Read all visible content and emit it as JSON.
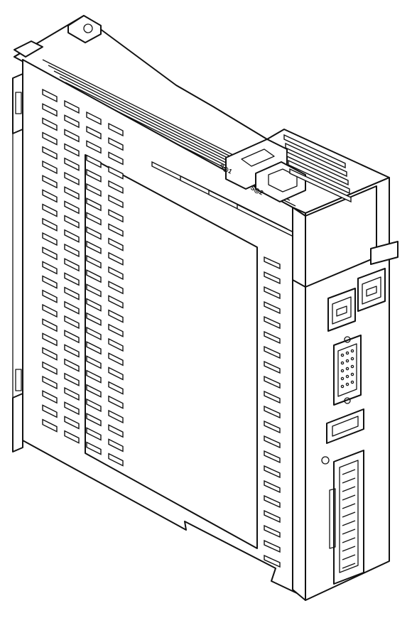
{
  "drawing": {
    "subject": "servo-drive-isometric-line-drawing",
    "stroke_color": "#111111",
    "background_color": "#ffffff",
    "labels": {
      "upper_switch": "S◎1",
      "lower_switch": "S◎2"
    },
    "vent_grid": {
      "columns": 4,
      "rows": 24
    }
  }
}
